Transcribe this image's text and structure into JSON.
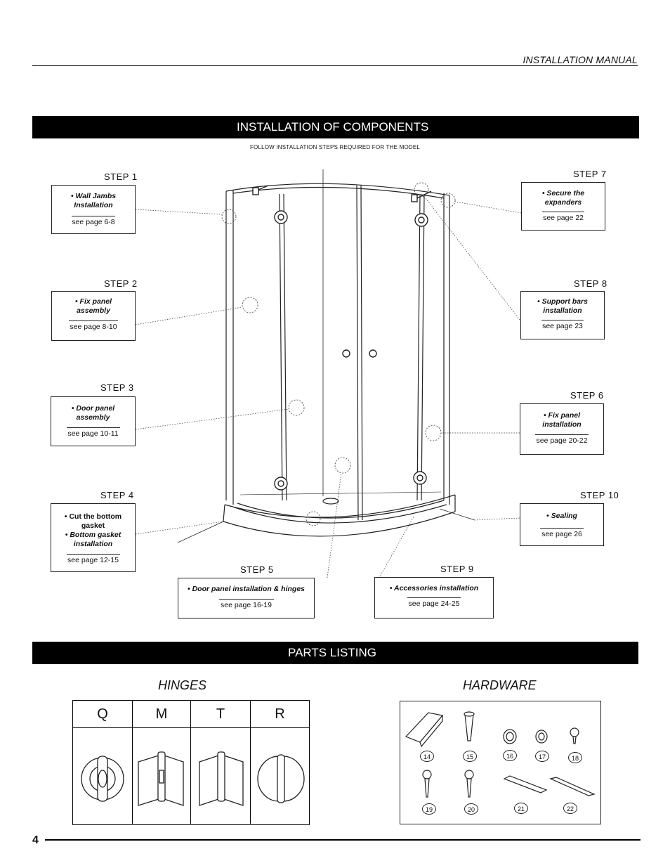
{
  "header": {
    "manual_title": "INSTALLATION MANUAL"
  },
  "installation": {
    "title": "INSTALLATION OF COMPONENTS",
    "subtitle": "FOLLOW INSTALLATION STEPS REQUIRED FOR THE MODEL",
    "steps": [
      {
        "label": "STEP   1",
        "desc1": "• Wall Jambs",
        "desc2": "Installation",
        "desc3": "",
        "desc4": "",
        "ref": "see page 6-8"
      },
      {
        "label": "STEP   2",
        "desc1": "• Fix panel",
        "desc2": "assembly",
        "desc3": "",
        "desc4": "",
        "ref": "see page 8-10"
      },
      {
        "label": "STEP   3",
        "desc1": "• Door panel",
        "desc2": "assembly",
        "desc3": "",
        "desc4": "",
        "ref": "see page 10-11"
      },
      {
        "label": "STEP   4",
        "desc1": "• Cut the bottom",
        "desc2": "gasket",
        "desc3": "• Bottom gasket",
        "desc4": "installation",
        "ref": "see page 12-15"
      },
      {
        "label": "STEP   5",
        "desc1": "• Door panel installation & hinges",
        "desc2": "",
        "desc3": "",
        "desc4": "",
        "ref": "see page 16-19"
      },
      {
        "label": "STEP   6",
        "desc1": "• Fix panel",
        "desc2": "installation",
        "desc3": "",
        "desc4": "",
        "ref": "see page 20-22"
      },
      {
        "label": "STEP   7",
        "desc1": "• Secure the",
        "desc2": "expanders",
        "desc3": "",
        "desc4": "",
        "ref": "see page 22"
      },
      {
        "label": "STEP   8",
        "desc1": "• Support bars",
        "desc2": "installation",
        "desc3": "",
        "desc4": "",
        "ref": "see page 23"
      },
      {
        "label": "STEP   9",
        "desc1": "• Accessories installation",
        "desc2": "",
        "desc3": "",
        "desc4": "",
        "ref": "see page 24-25"
      },
      {
        "label": "STEP   10",
        "desc1": "• Sealing",
        "desc2": "",
        "desc3": "",
        "desc4": "",
        "ref": "see page 26"
      }
    ]
  },
  "parts": {
    "title": "PARTS LISTING",
    "hinges_title": "HINGES",
    "hardware_title": "HARDWARE",
    "hinge_columns": [
      "Q",
      "M",
      "T",
      "R"
    ],
    "hardware_numbers": [
      "14",
      "15",
      "16",
      "17",
      "18",
      "19",
      "20",
      "21",
      "22"
    ]
  },
  "footer": {
    "page_number": "4"
  }
}
